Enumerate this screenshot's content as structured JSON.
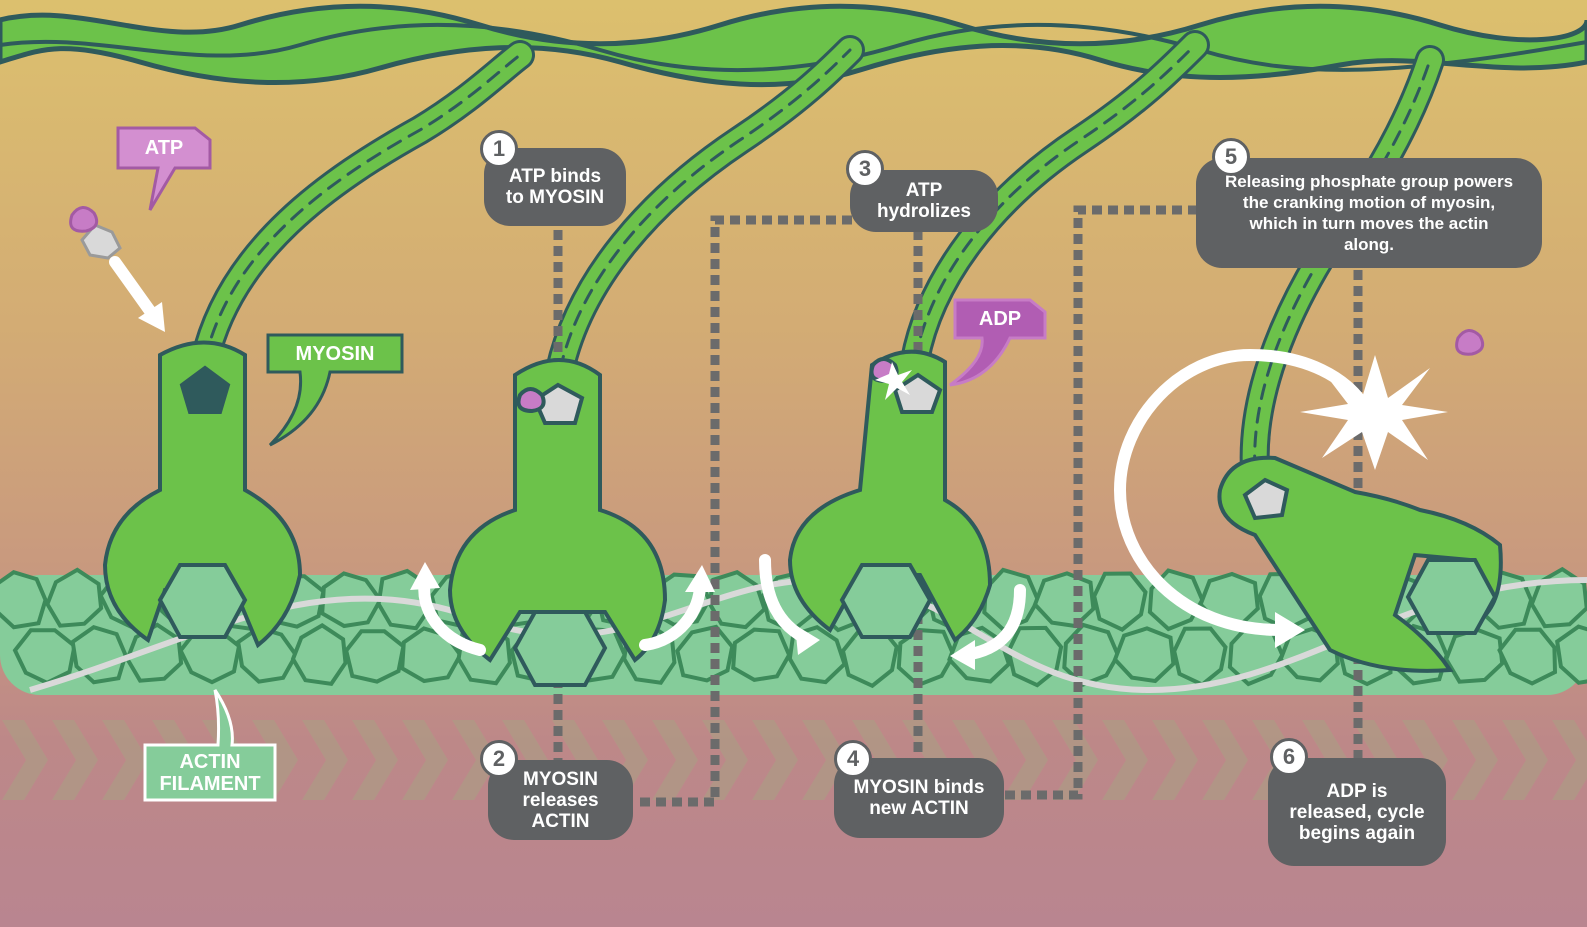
{
  "labels": {
    "atp": "ATP",
    "adp": "ADP",
    "myosin": "MYOSIN",
    "actin_filament": "ACTIN FILAMENT"
  },
  "steps": [
    {
      "number": "1",
      "text": "ATP binds to MYOSIN"
    },
    {
      "number": "2",
      "text": "MYOSIN releases ACTIN"
    },
    {
      "number": "3",
      "text": "ATP hydrolizes"
    },
    {
      "number": "4",
      "text": "MYOSIN binds new ACTIN"
    },
    {
      "number": "5",
      "text": "Releasing phosphate group powers the cranking motion of myosin, which in turn moves the actin along."
    },
    {
      "number": "6",
      "text": "ADP is released, cycle begins again"
    }
  ],
  "colors": {
    "myosin_green": "#6cc24a",
    "outline": "#2f5a5c",
    "actin": "#85cc9a",
    "atp_tag": "#d38fd0",
    "adp_tag": "#b15db3",
    "step_box": "#5f6163"
  }
}
